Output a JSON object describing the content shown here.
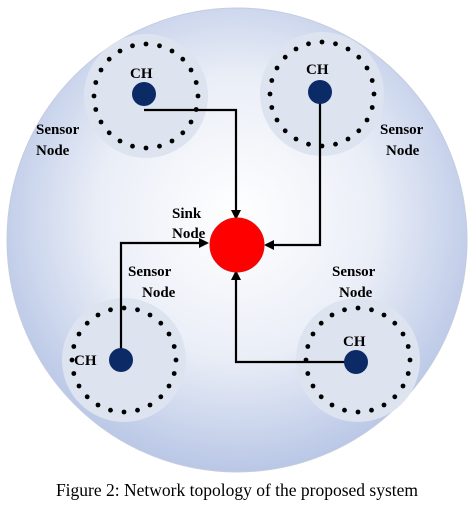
{
  "figure": {
    "caption": "Figure 2: Network topology of the proposed system"
  },
  "sink": {
    "label_line1": "Sink",
    "label_line2": "Node",
    "color": "#ff0000"
  },
  "clusters": [
    {
      "id": "top-left",
      "ch_label": "CH",
      "sensor_line1": "Sensor",
      "sensor_line2": "Node"
    },
    {
      "id": "top-right",
      "ch_label": "CH",
      "sensor_line1": "Sensor",
      "sensor_line2": "Node"
    },
    {
      "id": "bottom-left",
      "ch_label": "CH",
      "sensor_line1": "Sensor",
      "sensor_line2": "Node"
    },
    {
      "id": "bottom-right",
      "ch_label": "CH",
      "sensor_line1": "Sensor",
      "sensor_line2": "Node"
    }
  ],
  "colors": {
    "network_area": "#c7d3ec",
    "cluster_area": "#dde3ef",
    "cluster_head": "#0c2a66",
    "sensor_dot": "#000000",
    "link": "#000000"
  }
}
